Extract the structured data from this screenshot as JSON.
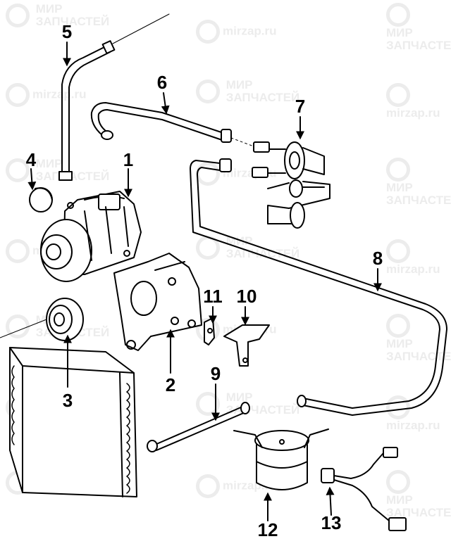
{
  "watermark": {
    "brand_line1": "МИР",
    "brand_line2": "ЗАПЧАСТЕЙ",
    "site": "mirzap.ru"
  },
  "callouts": [
    {
      "id": "part-1",
      "label": "1"
    },
    {
      "id": "part-2",
      "label": "2"
    },
    {
      "id": "part-3",
      "label": "3"
    },
    {
      "id": "part-4",
      "label": "4"
    },
    {
      "id": "part-5",
      "label": "5"
    },
    {
      "id": "part-6",
      "label": "6"
    },
    {
      "id": "part-7",
      "label": "7"
    },
    {
      "id": "part-8",
      "label": "8"
    },
    {
      "id": "part-9",
      "label": "9"
    },
    {
      "id": "part-10",
      "label": "10"
    },
    {
      "id": "part-11",
      "label": "11"
    },
    {
      "id": "part-12",
      "label": "12"
    },
    {
      "id": "part-13",
      "label": "13"
    }
  ],
  "colors": {
    "line": "#000000",
    "watermark": "#ececec",
    "background": "#ffffff"
  }
}
